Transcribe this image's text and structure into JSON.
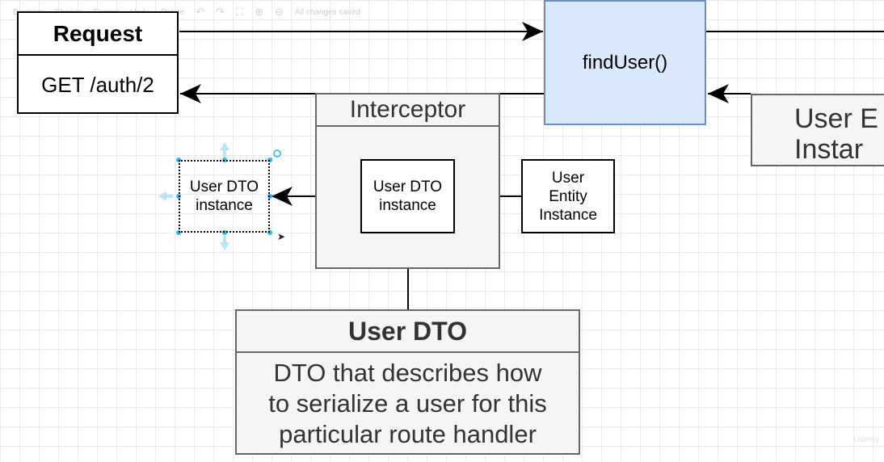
{
  "toolbar": {
    "items": [
      "Diagram",
      "Shapes",
      "Format",
      "Undo",
      "Delete"
    ],
    "status": "All changes saved",
    "icons": [
      "undo-icon",
      "redo-icon",
      "fullscreen-icon",
      "zoom-in-icon",
      "zoom-out-icon"
    ]
  },
  "request": {
    "title": "Request",
    "body": "GET /auth/2"
  },
  "find_user": {
    "label": "findUser()"
  },
  "interceptor": {
    "title": "Interceptor"
  },
  "user_entity_big": {
    "line1": "User E",
    "line2": "Instar"
  },
  "dto_inner": {
    "line1": "User DTO",
    "line2": "instance"
  },
  "user_entity": {
    "line1": "User",
    "line2": "Entity",
    "line3": "Instance"
  },
  "dto_selected": {
    "line1": "User DTO",
    "line2": "instance"
  },
  "user_dto": {
    "title": "User DTO",
    "line1": "DTO that describes how",
    "line2": "to serialize a user for this",
    "line3": "particular route handler"
  },
  "watermark": "Udemy",
  "colors": {
    "find_user_fill": "#dae8fc",
    "find_user_border": "#6c8ebf",
    "container_fill": "#f5f5f5",
    "selection": "#29b6f2"
  }
}
